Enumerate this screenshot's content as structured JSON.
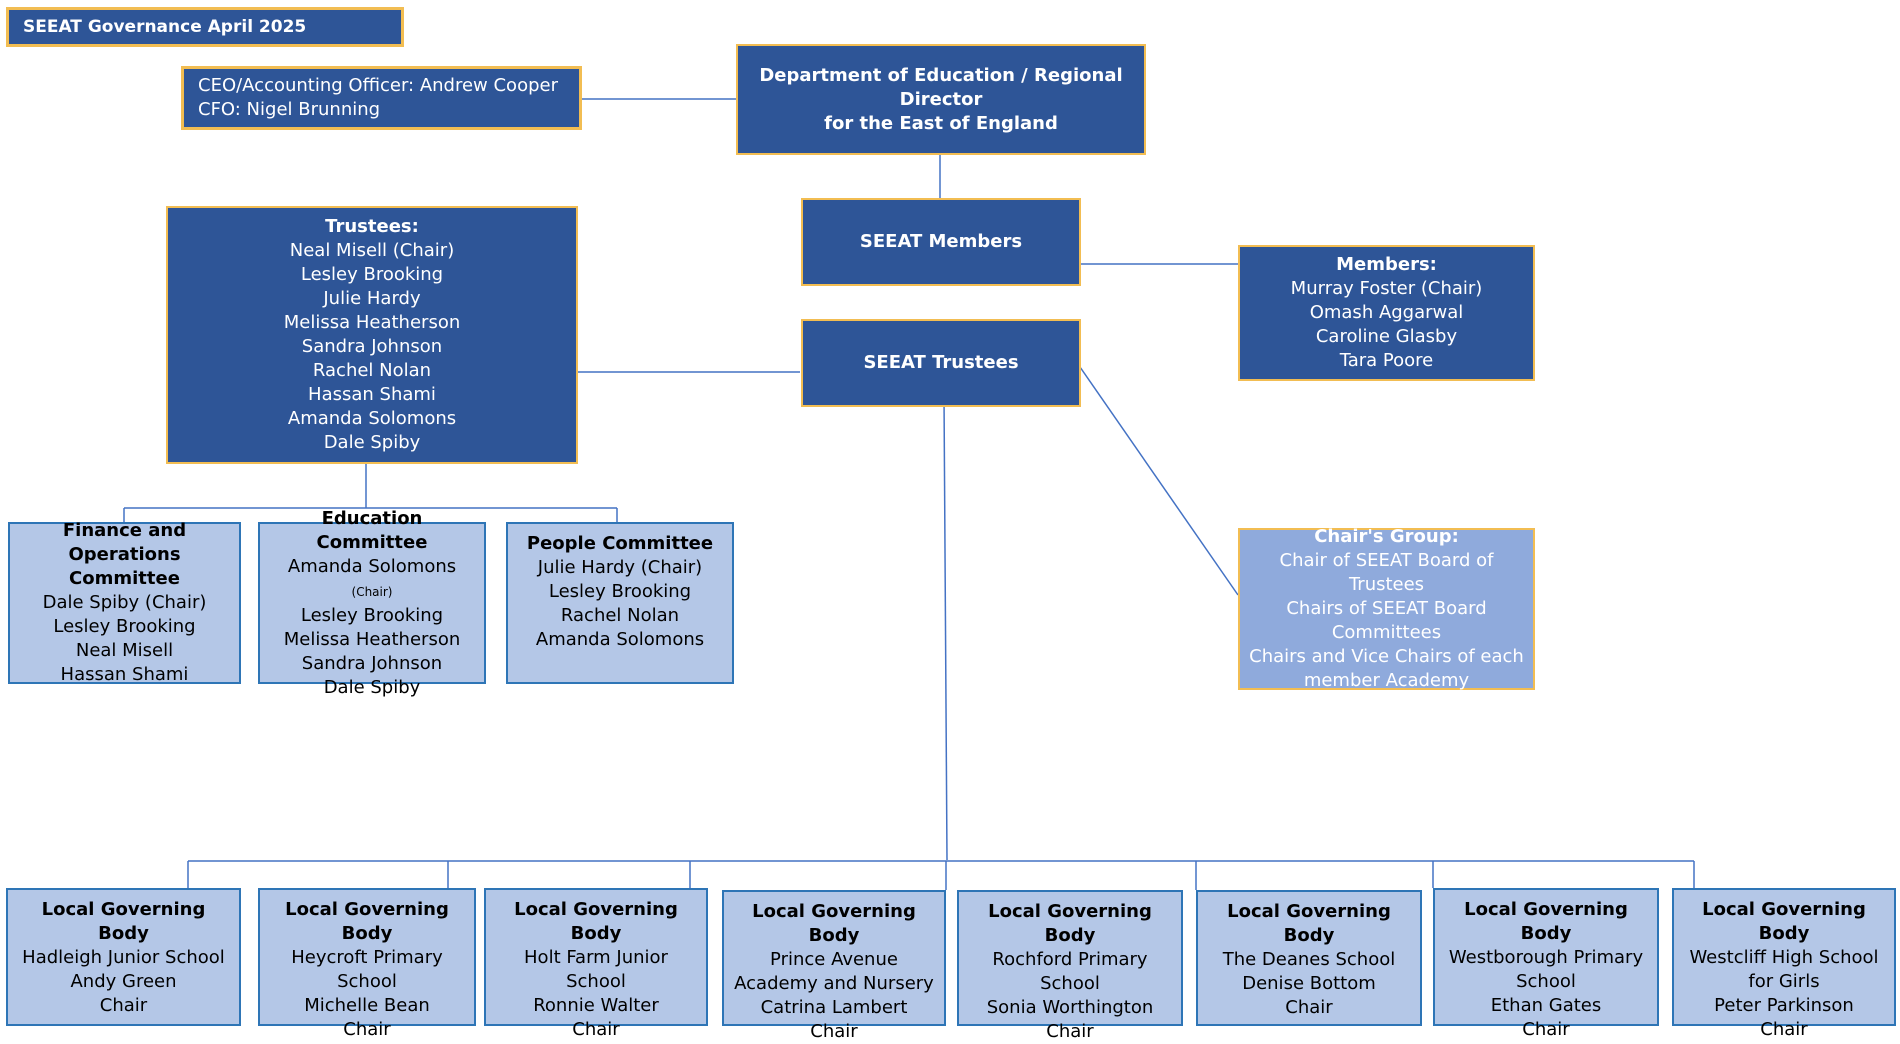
{
  "title": "SEEAT Governance April 2025",
  "executives": {
    "ceo": "CEO/Accounting Officer: Andrew Cooper",
    "cfo": "CFO: Nigel Brunning"
  },
  "dfe": {
    "line1": "Department of Education / Regional Director",
    "line2": "for the East of England"
  },
  "seeat_members": "SEEAT Members",
  "seeat_trustees": "SEEAT Trustees",
  "members": {
    "heading": "Members:",
    "names": [
      "Murray Foster (Chair)",
      "Omash Aggarwal",
      "Caroline Glasby",
      "Tara Poore"
    ]
  },
  "trustees": {
    "heading": "Trustees:",
    "names": [
      "Neal Misell (Chair)",
      "Lesley Brooking",
      "Julie Hardy",
      "Melissa Heatherson",
      "Sandra Johnson",
      "Rachel Nolan",
      "Hassan Shami",
      "Amanda Solomons",
      "Dale Spiby"
    ]
  },
  "chairs_group": {
    "heading": "Chair's Group:",
    "lines": [
      "Chair of SEEAT Board of Trustees",
      "Chairs of SEEAT Board",
      "Committees",
      "Chairs and Vice Chairs of each",
      "member Academy"
    ]
  },
  "committees": {
    "finance": {
      "title1": "Finance and Operations",
      "title2": "Committee",
      "names": [
        "Dale Spiby (Chair)",
        "Lesley Brooking",
        "Neal Misell",
        "Hassan Shami"
      ]
    },
    "education": {
      "title": "Education Committee",
      "first_name": "Amanda Solomons",
      "first_tag": "(Chair)",
      "names": [
        "Lesley Brooking",
        "Melissa Heatherson",
        "Sandra Johnson",
        "Dale Spiby"
      ]
    },
    "people": {
      "title": "People Committee",
      "names": [
        "Julie Hardy (Chair)",
        "Lesley Brooking",
        "Rachel Nolan",
        "Amanda Solomons"
      ]
    }
  },
  "lgb": [
    {
      "title": "Local Governing Body",
      "lines": [
        "Hadleigh Junior School",
        "Andy Green",
        "Chair"
      ]
    },
    {
      "title": "Local Governing Body",
      "lines": [
        "Heycroft Primary",
        "School",
        "Michelle Bean",
        "Chair"
      ]
    },
    {
      "title": "Local Governing Body",
      "lines": [
        "Holt Farm Junior School",
        "Ronnie Walter",
        "Chair"
      ]
    },
    {
      "title": "Local Governing Body",
      "lines": [
        "Prince Avenue",
        "Academy and Nursery",
        "Catrina Lambert",
        "Chair"
      ]
    },
    {
      "title": "Local Governing Body",
      "lines": [
        "Rochford Primary",
        "School",
        "Sonia Worthington",
        "Chair"
      ]
    },
    {
      "title": "Local Governing Body",
      "lines": [
        "The Deanes School",
        "Denise Bottom",
        "Chair"
      ]
    },
    {
      "title": "Local Governing Body",
      "lines": [
        "Westborough Primary",
        "School",
        "Ethan Gates",
        "Chair"
      ]
    },
    {
      "title": "Local Governing Body",
      "lines": [
        "Westcliff High School",
        "for Girls",
        "Peter Parkinson",
        "Chair"
      ]
    }
  ],
  "colors": {
    "dark_fill": "#2e5597",
    "light_fill": "#b4c7e7",
    "mid_fill": "#8faadc",
    "gold_border": "#f2bd52",
    "blue_border": "#2e75b6",
    "connector": "#4472c4"
  }
}
